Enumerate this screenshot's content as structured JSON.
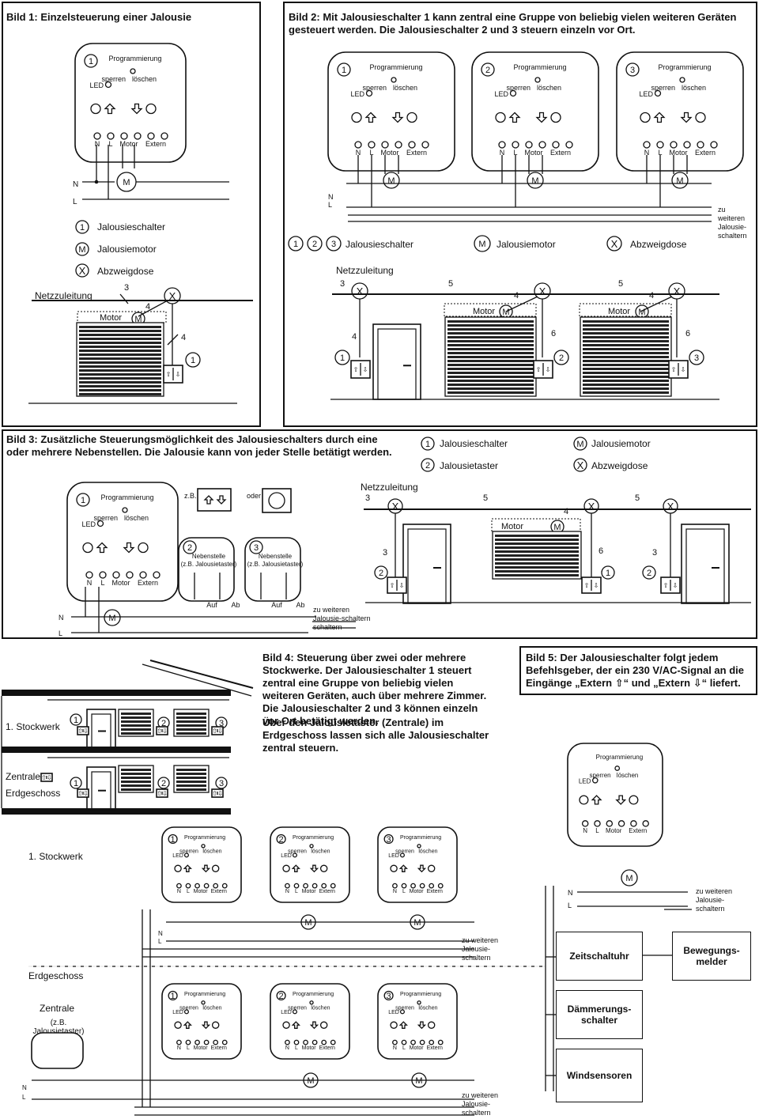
{
  "bild1": {
    "title": "Bild 1: Einzelsteuerung einer Jalousie"
  },
  "bild2": {
    "title": "Bild 2: Mit Jalousieschalter 1 kann zentral eine Gruppe von beliebig vielen weiteren Geräten gesteuert werden. Die Jalousieschalter 2 und 3 steuern einzeln vor Ort."
  },
  "bild3": {
    "title": "Bild 3: Zusätzliche Steuerungsmöglichkeit des Jalousieschalters durch eine oder mehrere Nebenstellen. Die Jalousie kann von jeder Stelle betätigt werden."
  },
  "bild4": {
    "title": "Bild 4: Steuerung über zwei oder mehrere Stockwerke. Der Jalousieschalter 1 steuert zentral eine Gruppe von beliebig vielen weiteren Geräten, auch über mehrere Zimmer. Die Jalousieschalter 2 und 3 können einzeln vor Ort betätigt werden.",
    "text2": "Über den Jalousietaster (Zentrale) im Erdgeschoss lassen sich alle Jalousieschalter zentral steuern."
  },
  "bild5": {
    "title": "Bild 5: Der Jalousieschalter folgt jedem Befehlsgeber, der ein 230 V/AC-Signal an die Eingänge „Extern ⇧“ und „Extern ⇩“ liefert."
  },
  "device": {
    "prog": "Programmierung",
    "sperren": "sperren",
    "loeschen": "löschen",
    "led": "LED",
    "terminals": [
      "N",
      "L",
      "Motor",
      "Extern"
    ]
  },
  "legend": {
    "schalter": "Jalousieschalter",
    "motor": "Jalousiemotor",
    "dose": "Abzweigdose",
    "taster": "Jalousietaster",
    "n123": "1 2 3",
    "m": "M",
    "x": "X"
  },
  "labels": {
    "netz": "Netzzuleitung",
    "motor": "Motor",
    "N": "N",
    "L": "L",
    "M": "M",
    "X": "X",
    "zuWeiteren": "zu weiteren Jalousie-schaltern",
    "zb": "z.B.",
    "oder": "oder",
    "nebenstelle": "Nebenstelle (z.B. Jalousietaster)",
    "auf": "Auf",
    "ab": "Ab",
    "stockwerk1": "1. Stockwerk",
    "zentrale": "Zentrale",
    "erdgeschoss": "Erdgeschoss",
    "zbTaster": "(z.B. Jalousietaster)",
    "one": "1",
    "two": "2",
    "three": "3",
    "four": "4",
    "five": "5",
    "six": "6"
  },
  "sources": [
    "Zeitschaltuhr",
    "Bewegungs-melder",
    "Dämmerungs-schalter",
    "Windsensoren"
  ]
}
